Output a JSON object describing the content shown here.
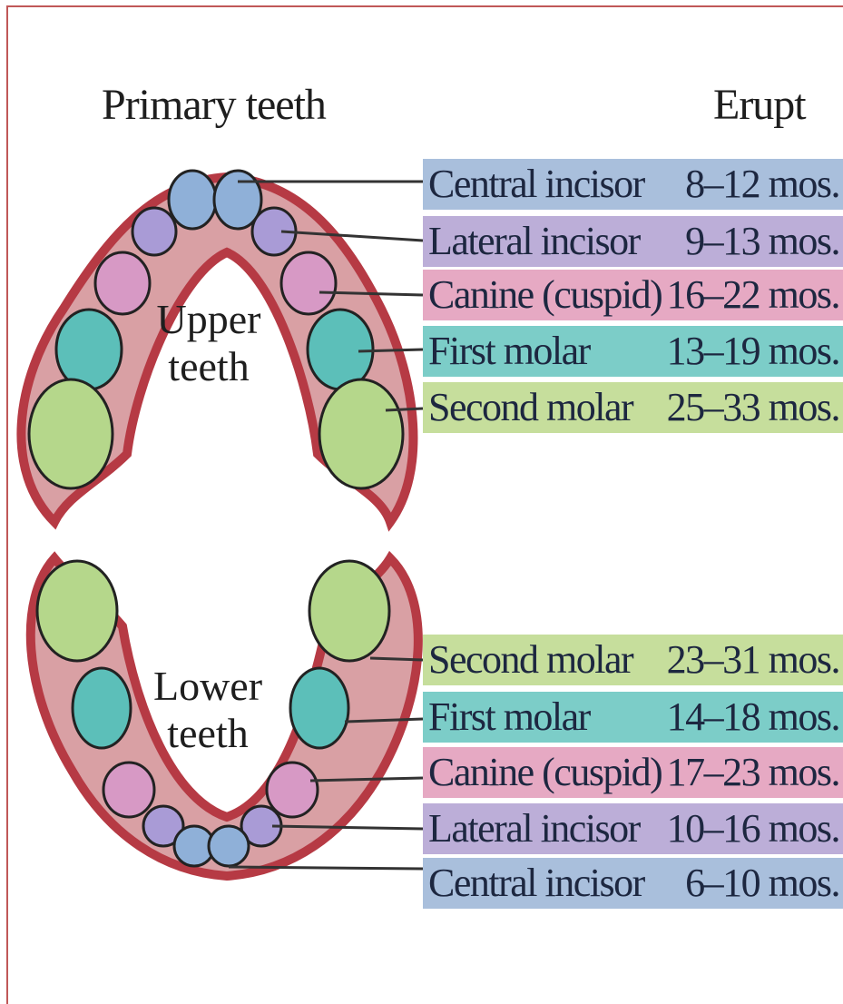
{
  "header": {
    "title": "Primary teeth",
    "erupt": "Erupt"
  },
  "upper": {
    "label_line1": "Upper",
    "label_line2": "teeth",
    "rows": [
      {
        "name": "Central incisor",
        "age": "8–12 mos.",
        "color": "#a9bfdc"
      },
      {
        "name": "Lateral incisor",
        "age": "9–13 mos.",
        "color": "#bcaed8"
      },
      {
        "name": "Canine (cuspid)",
        "age": "16–22 mos.",
        "color": "#e6a9c3"
      },
      {
        "name": "First molar",
        "age": "13–19 mos.",
        "color": "#7ccdc8"
      },
      {
        "name": "Second molar",
        "age": "25–33 mos.",
        "color": "#c6de9c"
      }
    ]
  },
  "lower": {
    "label_line1": "Lower",
    "label_line2": "teeth",
    "rows": [
      {
        "name": "Second molar",
        "age": "23–31 mos.",
        "color": "#c6de9c"
      },
      {
        "name": "First molar",
        "age": "14–18 mos.",
        "color": "#7ccdc8"
      },
      {
        "name": "Canine (cuspid)",
        "age": "17–23 mos.",
        "color": "#e6a9c3"
      },
      {
        "name": "Lateral incisor",
        "age": "10–16 mos.",
        "color": "#bcaed8"
      },
      {
        "name": "Central incisor",
        "age": "6–10 mos.",
        "color": "#a9bfdc"
      }
    ]
  }
}
